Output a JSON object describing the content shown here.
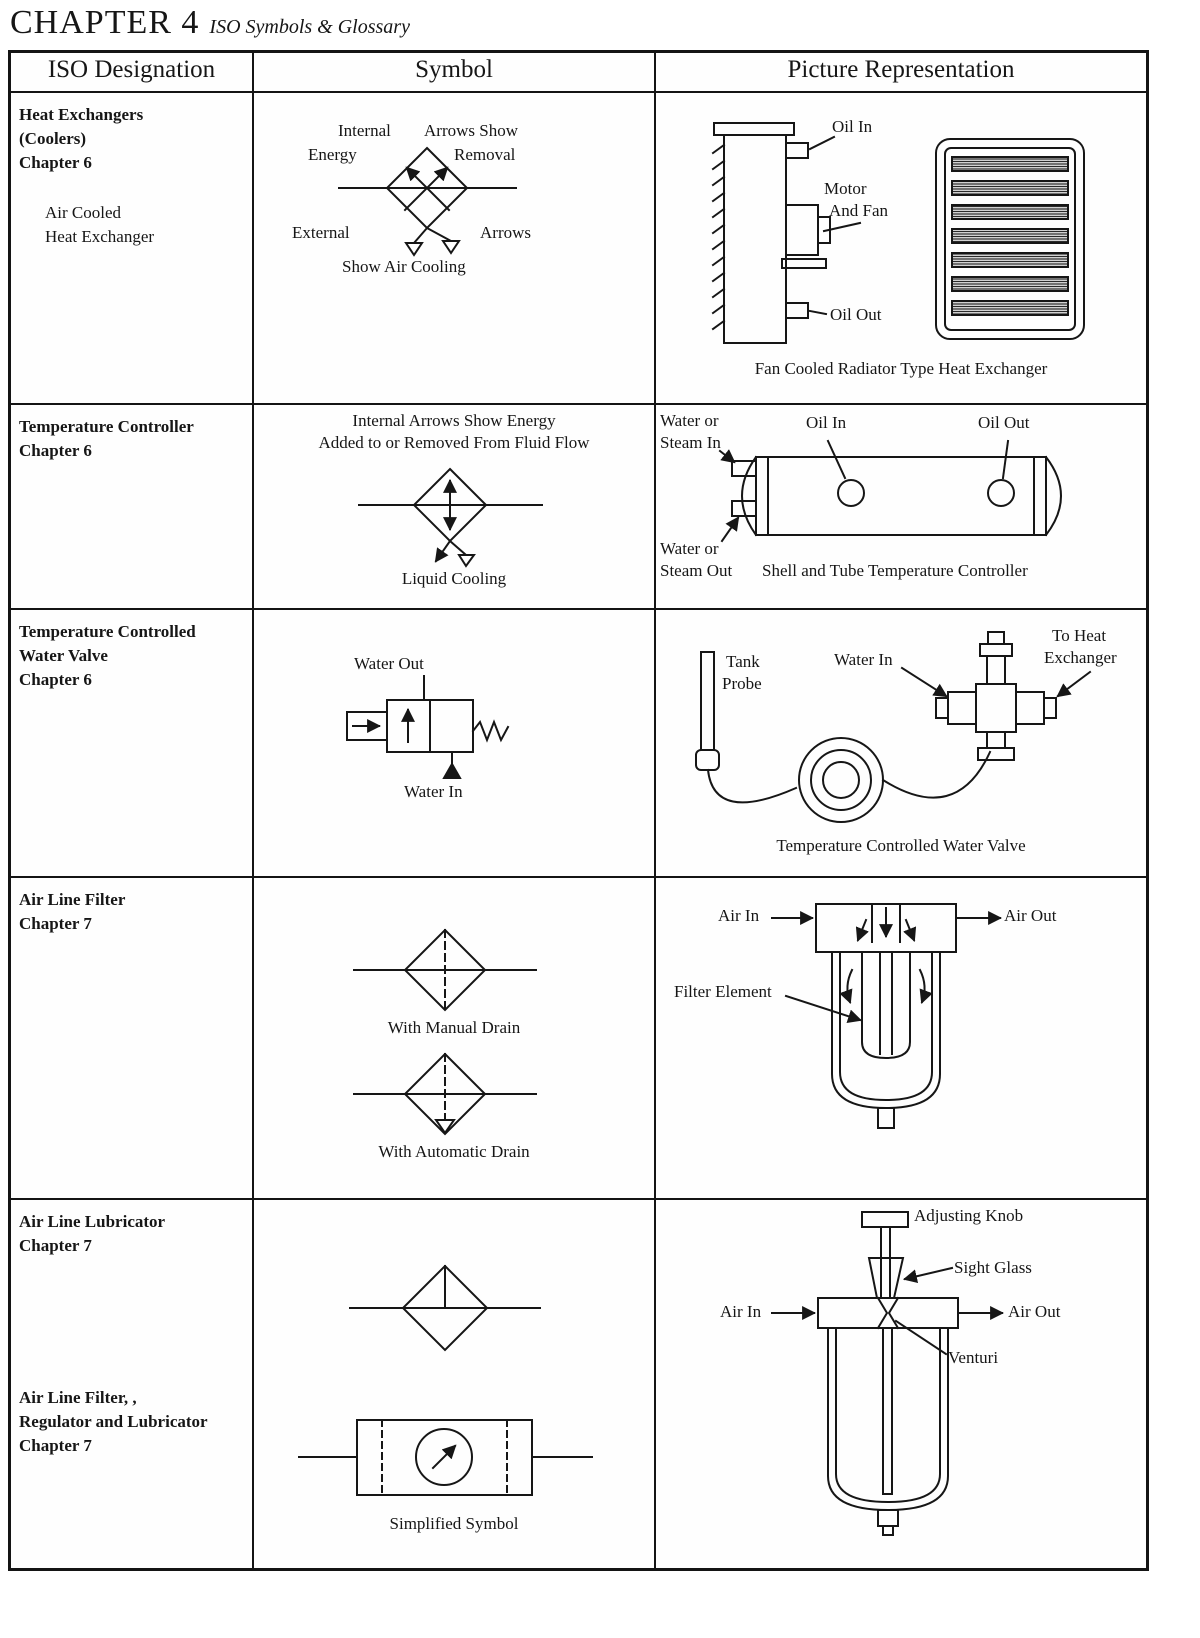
{
  "page": {
    "title": "CHAPTER 4",
    "subtitle": "ISO Symbols & Glossary"
  },
  "table": {
    "headers": [
      "ISO Designation",
      "Symbol",
      "Picture Representation"
    ]
  },
  "rows": [
    {
      "designation": [
        "Heat Exchangers",
        "(Coolers)",
        "Chapter 6"
      ],
      "designation_sub": [
        "Air Cooled",
        "Heat Exchanger"
      ],
      "symbol_labels": {
        "internal": "Internal",
        "arrows_show": "Arrows Show",
        "energy": "Energy",
        "removal": "Removal",
        "external": "External",
        "arrows": "Arrows",
        "show_air_cooling": "Show Air Cooling"
      },
      "picture_labels": {
        "oil_in": "Oil In",
        "motor": "Motor",
        "and_fan": "And Fan",
        "oil_out": "Oil Out"
      },
      "picture_caption": "Fan Cooled Radiator Type Heat Exchanger"
    },
    {
      "designation": [
        "Temperature Controller",
        "Chapter 6"
      ],
      "symbol_note": [
        "Internal Arrows Show Energy",
        "Added to or Removed From Fluid Flow"
      ],
      "symbol_labels": {
        "liquid_cooling": "Liquid Cooling"
      },
      "picture_labels": {
        "water_or_top": "Water or",
        "steam_in": "Steam In",
        "oil_in": "Oil In",
        "oil_out": "Oil Out",
        "water_or_bottom": "Water or",
        "steam_out": "Steam Out"
      },
      "picture_caption": "Shell and Tube Temperature Controller"
    },
    {
      "designation": [
        "Temperature Controlled",
        "Water Valve",
        "Chapter 6"
      ],
      "symbol_labels": {
        "water_out": "Water Out",
        "water_in": "Water In"
      },
      "picture_labels": {
        "tank": "Tank",
        "probe": "Probe",
        "water_in": "Water In",
        "to_heat": "To Heat",
        "exchanger": "Exchanger"
      },
      "picture_caption": "Temperature Controlled Water Valve"
    },
    {
      "designation": [
        "Air Line Filter",
        "Chapter 7"
      ],
      "symbol_labels": {
        "manual": "With Manual Drain",
        "automatic": "With Automatic Drain"
      },
      "picture_labels": {
        "air_in": "Air In",
        "air_out": "Air Out",
        "filter_element": "Filter Element"
      }
    },
    {
      "designation": [
        "Air Line Lubricator",
        "Chapter 7"
      ],
      "designation_sub": [
        "Air Line Filter, ,",
        "Regulator and Lubricator",
        "Chapter 7"
      ],
      "symbol_labels": {
        "simplified": "Simplified Symbol"
      },
      "picture_labels": {
        "adjusting_knob": "Adjusting Knob",
        "sight_glass": "Sight Glass",
        "air_in": "Air In",
        "air_out": "Air Out",
        "venturi": "Venturi"
      }
    }
  ]
}
